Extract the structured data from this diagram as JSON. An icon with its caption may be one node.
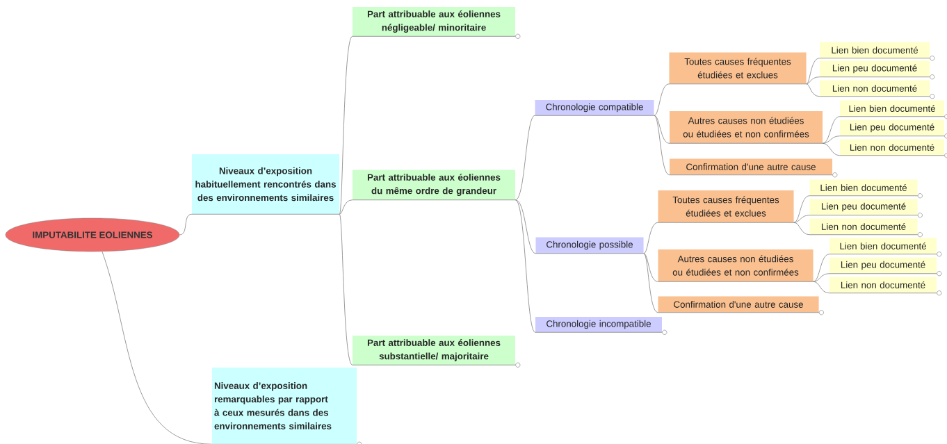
{
  "diagram": {
    "nodes": [
      {
        "text": [
          "IMPUTABILITE EOLIENNES"
        ]
      },
      {
        "text": [
          "Niveaux d’exposition habituellement rencontrés dans des environnements similaires"
        ]
      },
      {
        "text": [
          "Part attribuable aux éoliennes négligeable/ minoritaire"
        ]
      },
      {
        "text": [
          "Part attribuable aux éoliennes du même ordre de grandeur"
        ]
      },
      {
        "text": [
          "Chronologie compatible"
        ]
      },
      {
        "text": [
          "Toutes causes fréquentes étudiées et exclues"
        ]
      },
      {
        "text": [
          "Lien bien documenté"
        ]
      },
      {
        "text": [
          "Lien peu documenté"
        ]
      },
      {
        "text": [
          "Lien non documenté"
        ]
      },
      {
        "text": [
          "Autres causes non étudiées ou étudiées et non confirmées"
        ]
      },
      {
        "text": [
          "Lien bien documenté"
        ]
      },
      {
        "text": [
          "Lien peu documenté"
        ]
      },
      {
        "text": [
          "Lien non documenté"
        ]
      },
      {
        "text": [
          "Confirmation d'une autre cause"
        ]
      },
      {
        "text": [
          "Chronologie possible"
        ]
      },
      {
        "text": [
          "Toutes causes fréquentes étudiées et exclues"
        ]
      },
      {
        "text": [
          "Lien bien documenté"
        ]
      },
      {
        "text": [
          "Lien peu documenté"
        ]
      },
      {
        "text": [
          "Lien non documenté"
        ]
      },
      {
        "text": [
          "Autres causes non étudiées ou étudiées et non confirmées"
        ]
      },
      {
        "text": [
          "Lien bien documenté"
        ]
      },
      {
        "text": [
          "Lien peu documenté"
        ]
      },
      {
        "text": [
          "Lien non documenté"
        ]
      },
      {
        "text": [
          "Confirmation d'une autre cause"
        ]
      },
      {
        "text": [
          "Chronologie incompatible"
        ]
      },
      {
        "text": [
          "Part attribuable aux éoliennes substantielle/ majoritaire"
        ]
      },
      {
        "text": [
          "Niveaux d’exposition remarquables par rapport à ceux mesurés dans des environnements similaires"
        ]
      }
    ],
    "edges": [
      {
        "from": 0,
        "to": 1,
        "arrow": "none"
      },
      {
        "from": 1,
        "to": 2,
        "arrow": "none"
      },
      {
        "from": 1,
        "to": 3,
        "arrow": "none"
      },
      {
        "from": 3,
        "to": 4,
        "arrow": "none"
      },
      {
        "from": 4,
        "to": 5,
        "arrow": "none"
      },
      {
        "from": 5,
        "to": 6,
        "arrow": "none"
      },
      {
        "from": 5,
        "to": 7,
        "arrow": "none"
      },
      {
        "from": 5,
        "to": 8,
        "arrow": "none"
      },
      {
        "from": 4,
        "to": 9,
        "arrow": "none"
      },
      {
        "from": 9,
        "to": 10,
        "arrow": "none"
      },
      {
        "from": 9,
        "to": 11,
        "arrow": "none"
      },
      {
        "from": 9,
        "to": 12,
        "arrow": "none"
      },
      {
        "from": 4,
        "to": 13,
        "arrow": "none"
      },
      {
        "from": 3,
        "to": 14,
        "arrow": "none"
      },
      {
        "from": 14,
        "to": 15,
        "arrow": "none"
      },
      {
        "from": 15,
        "to": 16,
        "arrow": "none"
      },
      {
        "from": 15,
        "to": 17,
        "arrow": "none"
      },
      {
        "from": 15,
        "to": 18,
        "arrow": "none"
      },
      {
        "from": 14,
        "to": 19,
        "arrow": "none"
      },
      {
        "from": 19,
        "to": 20,
        "arrow": "none"
      },
      {
        "from": 19,
        "to": 21,
        "arrow": "none"
      },
      {
        "from": 19,
        "to": 22,
        "arrow": "none"
      },
      {
        "from": 14,
        "to": 23,
        "arrow": "none"
      },
      {
        "from": 3,
        "to": 24,
        "arrow": "none"
      },
      {
        "from": 1,
        "to": 25,
        "arrow": "none"
      },
      {
        "from": 0,
        "to": 26,
        "arrow": "none"
      }
    ]
  }
}
